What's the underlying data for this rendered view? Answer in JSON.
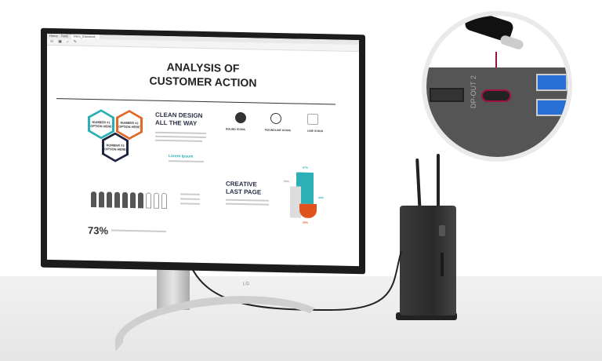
{
  "app": {
    "tabs": [
      "Home",
      "Tools",
      "Hero_Standard..."
    ]
  },
  "document": {
    "title_line1": "ANALYSIS OF",
    "title_line2": "CUSTOMER ACTION",
    "hexagons": [
      "NUMBER #1 OPTION HERE",
      "NUMBER #2 OPTION HERE",
      "NUMBER #3 OPTION HERE"
    ],
    "hex_colors": [
      "#2ab0b5",
      "#e06a2a",
      "#1f2540"
    ],
    "heading1_line1": "CLEAN DESIGN",
    "heading1_line2": "ALL THE WAY",
    "subheading": "Lorem Ipsum",
    "icon_labels": [
      "ROUND ICONS",
      "ROUNDLINE ICONS",
      "LINE ICONS"
    ],
    "heading2_line1": "CREATIVE",
    "heading2_line2": "LAST PAGE",
    "people_filled": 7,
    "people_total": 10,
    "percent": "73%",
    "chart_labels": [
      "67%",
      "50%",
      "30%",
      "20%"
    ]
  },
  "monitor": {
    "brand": "LG"
  },
  "callout": {
    "port_label": "DP-OUT 2",
    "highlight_color": "#a01040"
  }
}
